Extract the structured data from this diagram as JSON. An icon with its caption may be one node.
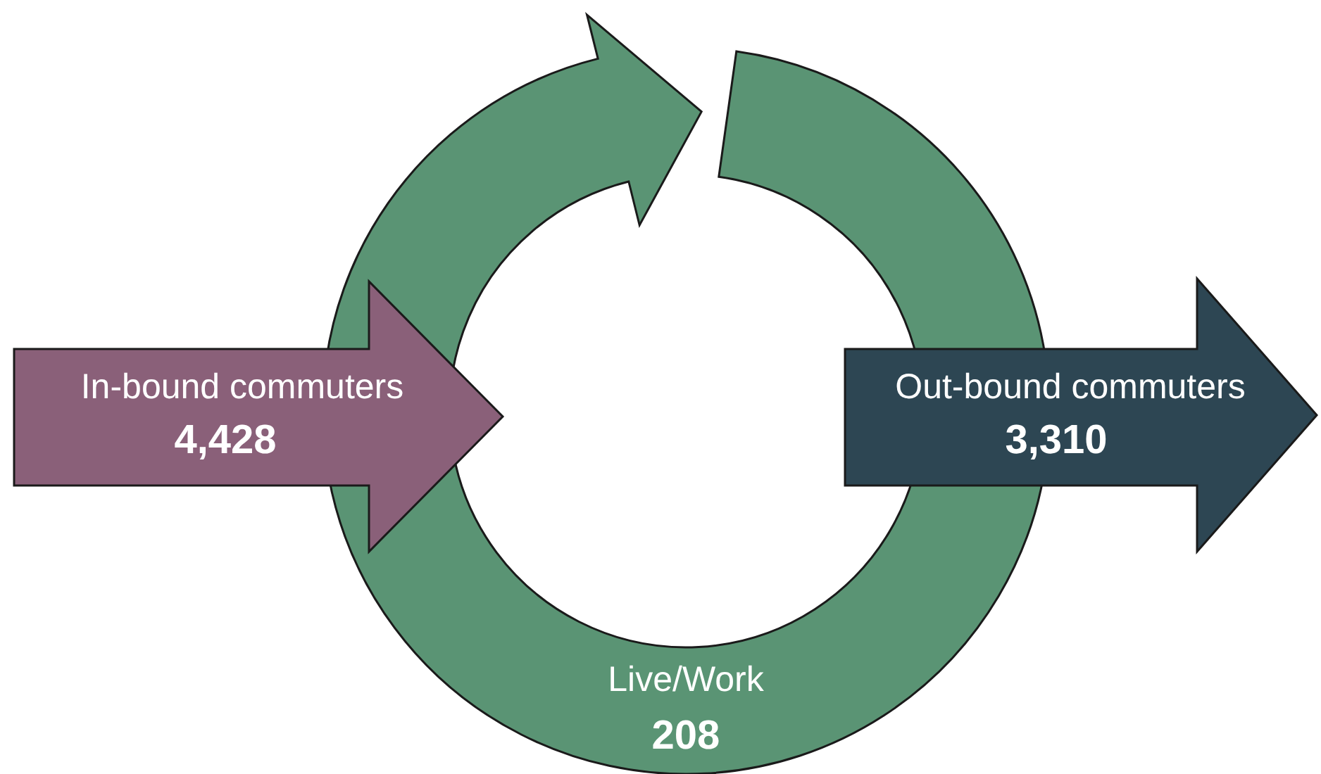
{
  "diagram": {
    "nodes": [
      {
        "text": [
          "Live/Work",
          "208"
        ]
      },
      {
        "text": [
          "In-bound commuters",
          "4,428"
        ]
      },
      {
        "text": [
          "Out-bound commuters",
          "3,310"
        ]
      }
    ]
  }
}
